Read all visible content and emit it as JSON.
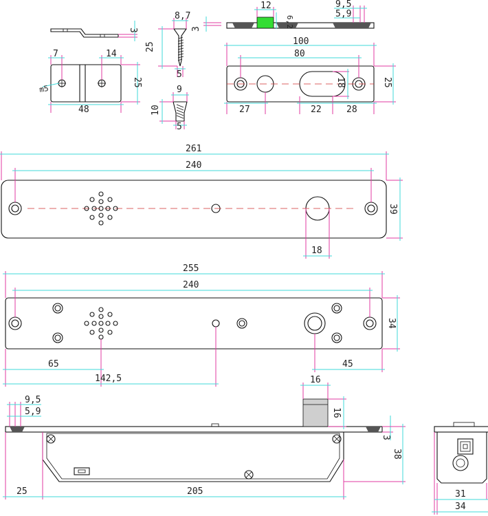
{
  "colors": {
    "dimension_line": "#3fd9d9",
    "extension_line": "#e23aa2",
    "outline": "#111111",
    "center_line": "#d03030",
    "highlight": "#33dd33"
  },
  "dims": {
    "strike_thickness": "3",
    "screw_width": "8,7",
    "screw_length": "25",
    "screw_tip": "5",
    "screw_head_width": "9",
    "screw_head_len": "10",
    "screw_head_tip": "5",
    "side_thickness": "3",
    "slot_width": "12",
    "slot_depth": "6,2",
    "offset_a": "9,5",
    "offset_b": "5,9",
    "plate_hole_gap": "7",
    "plate_hole_pitch": "14",
    "plate_screw": "m5",
    "plate_height": "25",
    "plate_width": "48",
    "strike_length": "100",
    "strike_pitch": "80",
    "strike_slot": "18",
    "strike_height": "25",
    "strike_left": "27",
    "strike_mid": "22",
    "strike_right": "28",
    "front_length": "261",
    "front_pitch": "240",
    "front_height": "39",
    "front_bolt": "18",
    "cover_length": "255",
    "cover_pitch": "240",
    "cover_height": "34",
    "cover_speaker": "65",
    "cover_bolt": "45",
    "cover_center": "142,5",
    "lock_offset_a": "9,5",
    "lock_offset_b": "5,9",
    "bolt_width": "16",
    "bolt_height": "16",
    "lock_plate": "3",
    "lock_height": "38",
    "lock_left": "25",
    "lock_body": "205",
    "end_inner": "31",
    "end_outer": "34"
  }
}
